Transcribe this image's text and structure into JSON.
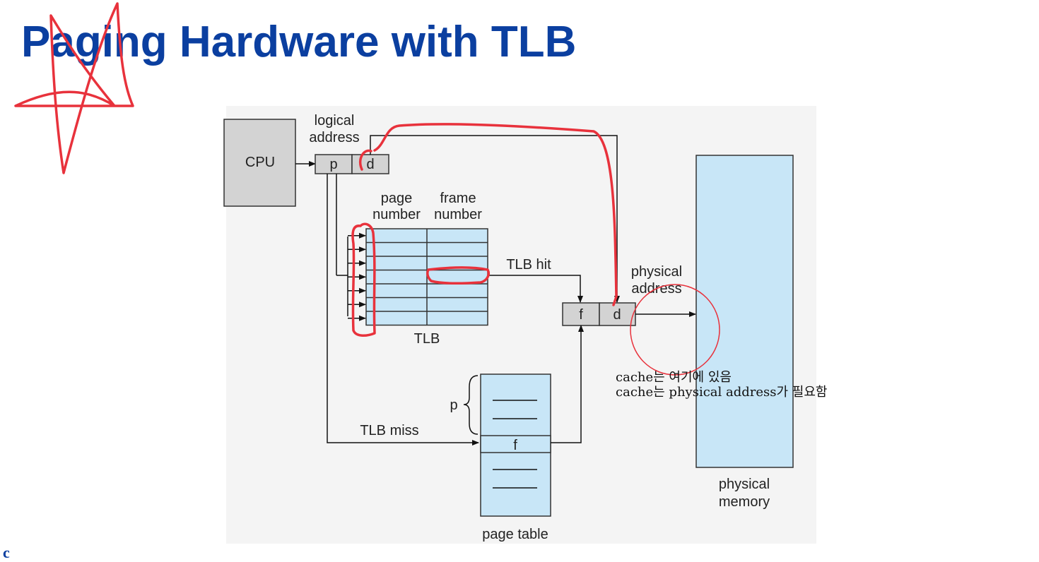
{
  "title": "Paging Hardware with TLB",
  "labels": {
    "cpu": "CPU",
    "logical_address_1": "logical",
    "logical_address_2": "address",
    "p": "p",
    "d": "d",
    "page_number_1": "page",
    "page_number_2": "number",
    "frame_number_1": "frame",
    "frame_number_2": "number",
    "tlb_hit": "TLB hit",
    "tlb": "TLB",
    "tlb_miss": "TLB miss",
    "physical_address_1": "physical",
    "physical_address_2": "address",
    "f": "f",
    "phys_d": "d",
    "page_table": "page table",
    "page_table_p": "p",
    "page_table_f": "f",
    "physical_memory_1": "physical",
    "physical_memory_2": "memory"
  },
  "annotations": {
    "note_line_1": "cache는 여기에 있음",
    "note_line_2": "cache는 physical address가 필요함"
  },
  "footer": "c",
  "colors": {
    "title": "#0b3fa0",
    "box_gray": "#d3d3d3",
    "box_blue": "#c8e6f7",
    "ink_red": "#e8323c",
    "line": "#111111"
  }
}
